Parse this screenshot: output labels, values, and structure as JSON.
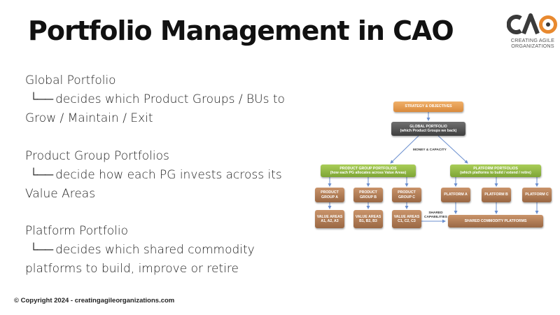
{
  "title": "Portfolio Management in CAO",
  "logo": {
    "mark": "CAO",
    "tagline_lines": [
      "CREATING AGILE",
      "ORGANIZATIONS"
    ],
    "colors": {
      "dark": "#3a3a3a",
      "orange": "#e8892f"
    }
  },
  "bullets": [
    {
      "heading": "Global Portfolio",
      "tree": "└──",
      "line1": "decides which Product Groups / BUs to",
      "line2": "Grow / Maintain / Exit"
    },
    {
      "heading": "Product Group Portfolios",
      "tree": "└──",
      "line1": "decide how each PG invests across its",
      "line2": "Value Areas"
    },
    {
      "heading": "Platform Portfolio",
      "tree": "└──",
      "line1": "decides which shared commodity",
      "line2": "platforms to build, improve or retire"
    }
  ],
  "footer": "© Copyright 2024 - creatingagileorganizations.com",
  "diagram": {
    "strategy": "STRATEGY & OBJECTIVES",
    "global_l1": "GLOBAL PORTFOLIO",
    "global_l2": "(which Product Groups we back)",
    "money_label": "MONEY & CAPACITY",
    "pg_l1": "PRODUCT GROUP PORTFOLIOS",
    "pg_l2": "(how each PG allocates across Value Areas)",
    "plat_l1": "PLATFORM PORTFOLIOS",
    "plat_l2": "(which platforms to build / extend / retire)",
    "product_groups": [
      {
        "l1": "PRODUCT",
        "l2": "GROUP A"
      },
      {
        "l1": "PRODUCT",
        "l2": "GROUP B"
      },
      {
        "l1": "PRODUCT",
        "l2": "GROUP C"
      }
    ],
    "platforms": [
      "PLATFORM A",
      "PLATFORM B",
      "PLATFORM C"
    ],
    "value_areas": [
      {
        "l1": "VALUE AREAS",
        "l2": "A1, A2, A3"
      },
      {
        "l1": "VALUE AREAS",
        "l2": "B1, B2, B3"
      },
      {
        "l1": "VALUE AREAS",
        "l2": "C1, C2, C3"
      }
    ],
    "shared_l1": "SHARED",
    "shared_l2": "CAPABILITIES",
    "commodity": "SHARED COMMODITY PLATFORMS",
    "colors": {
      "orange": "#e39a4c",
      "dark": "#555555",
      "green": "#93bb45",
      "brown": "#b07c55",
      "arrow": "#6b8fcf"
    }
  }
}
